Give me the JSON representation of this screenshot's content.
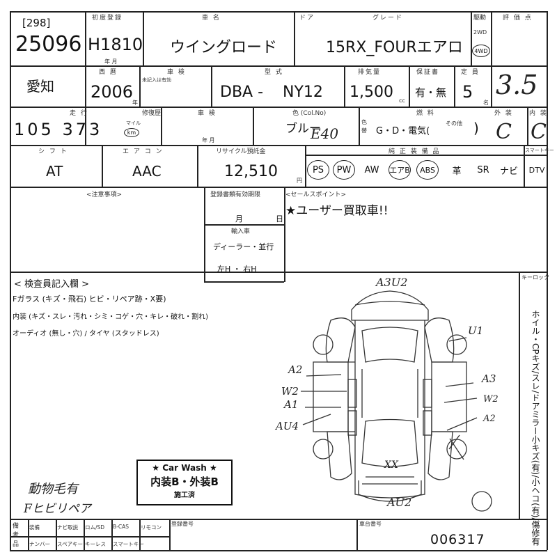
{
  "header": {
    "lot_box": "[298]",
    "lot_number": "25096",
    "first_reg_label": "初度登録",
    "first_reg_value": "H1810",
    "first_reg_unit": "年 月",
    "model_label": "車 名",
    "model_value": "ウイングロード",
    "door_label": "ドア",
    "grade_label": "グレード",
    "grade_value": "15RX_FOURエアロ",
    "drive_label": "駆動",
    "drive_2wd": "2WD",
    "drive_4wd": "4WD",
    "score_label": "評 価 点",
    "score_value": "3.5"
  },
  "row2": {
    "region": "愛知",
    "year_label": "西 暦",
    "year_value": "2006",
    "year_unit": "年",
    "inspection_label": "車 検",
    "inspection_note": "未記入は有効",
    "type_label": "型 式",
    "type_prefix": "DBA -",
    "type_value": "NY12",
    "displacement_label": "排気量",
    "displacement_value": "1,500",
    "displacement_unit": "cc",
    "warranty_label": "保証書",
    "warranty_value": "有・無",
    "capacity_label": "定 員",
    "capacity_value": "5",
    "capacity_unit": "名"
  },
  "row3": {
    "mileage_label": "走 行",
    "mileage_value": "105 373",
    "mileage_unit": "km",
    "mileage_alt": "マイル",
    "history_label": "修復歴",
    "inspection2_label": "車 検",
    "inspection2_unit": "年 月",
    "color_label": "色 (Col.No)",
    "color_value": "ブルー",
    "color_code": "E40",
    "color_change_label": "色替",
    "fuel_label": "燃 料",
    "fuel_value": "G・D・電気(",
    "fuel_other": "その他",
    "fuel_close": ")",
    "exterior_label": "外 装",
    "exterior_value": "C",
    "interior_label": "内 装",
    "interior_value": "C"
  },
  "row4": {
    "shift_label": "シ フ ト",
    "shift_value": "AT",
    "ac_label": "エ ア コ ン",
    "ac_value": "AAC",
    "recycle_label": "リサイクル預託金",
    "recycle_value": "12,510",
    "recycle_unit": "円",
    "equipment_label": "純 正 装 備 品",
    "equipment": [
      "PS",
      "PW",
      "AW",
      "エアB",
      "ABS",
      "革",
      "SR",
      "ナビ",
      "DTV"
    ],
    "equipment_circled": [
      true,
      true,
      false,
      true,
      true,
      false,
      false,
      false,
      false
    ],
    "smart_key_label": "スマートキー"
  },
  "notes": {
    "caution_label": "<注意事項>",
    "reg_expiry_label": "登録書類有効期限",
    "reg_expiry_unit_m": "月",
    "reg_expiry_unit_d": "日",
    "import_label": "輸入車",
    "import_dealer": "ディーラー・並行",
    "import_steer": "左H ・ 右H",
    "sales_point_label": "<セールスポイント>",
    "sales_point_value": "★ユーザー買取車!!"
  },
  "inspector": {
    "section_label": "< 検査員記入欄 >",
    "line1": "Fガラス (キズ・飛石) ヒビ・リペア跡・X要)",
    "line2": "内装 (キズ・スレ・汚れ・シミ・コゲ・穴・キレ・破れ・割れ)",
    "line3": "オーディオ (無し・穴) / タイヤ (スタッドレス)",
    "hand_note_1": "動物毛有",
    "hand_note_2": "Fヒビリペア",
    "carwash_title": "★ Car Wash ★",
    "carwash_body": "内装B・外装B",
    "carwash_done": "施工済"
  },
  "diagram": {
    "marks": {
      "a3u2": "A3U2",
      "u1": "U1",
      "a2_left": "A2",
      "w2_left": "W2",
      "a1_left": "A1",
      "au4": "AU4",
      "a3_right": "A3",
      "w2_right": "W2",
      "a2_right": "A2",
      "xx": "XX",
      "au2": "AU2"
    }
  },
  "side_column": {
    "keyless_label": "キーロック",
    "vertical_text": "ホイル・CPキズ/スレ/ドアミラー小キズ(有)/小ヘコ(有)/傷修有"
  },
  "footer": {
    "equip_label": "装備",
    "cells_top": [
      "ナビ取説",
      "ロム/SD",
      "B-CAS",
      "リモコン"
    ],
    "cells_bottom": [
      "ナンバー",
      "スペアキー",
      "キーレス",
      "スマートキー"
    ],
    "reg_no_label": "登録番号",
    "chassis_label": "車台番号",
    "chassis_value": "006317",
    "left_col": "備 考 品"
  }
}
